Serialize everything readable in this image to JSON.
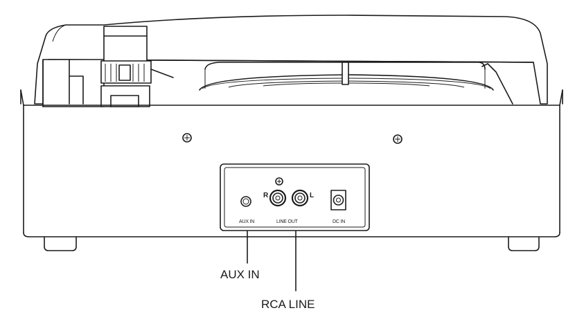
{
  "panel": {
    "aux_in_label": "AUX IN",
    "line_out_label": "LINE OUT",
    "dc_in_label": "DC IN",
    "right_channel": "R",
    "left_channel": "L"
  },
  "callouts": {
    "aux_in": "AUX IN",
    "rca_line": "RCA LINE"
  }
}
